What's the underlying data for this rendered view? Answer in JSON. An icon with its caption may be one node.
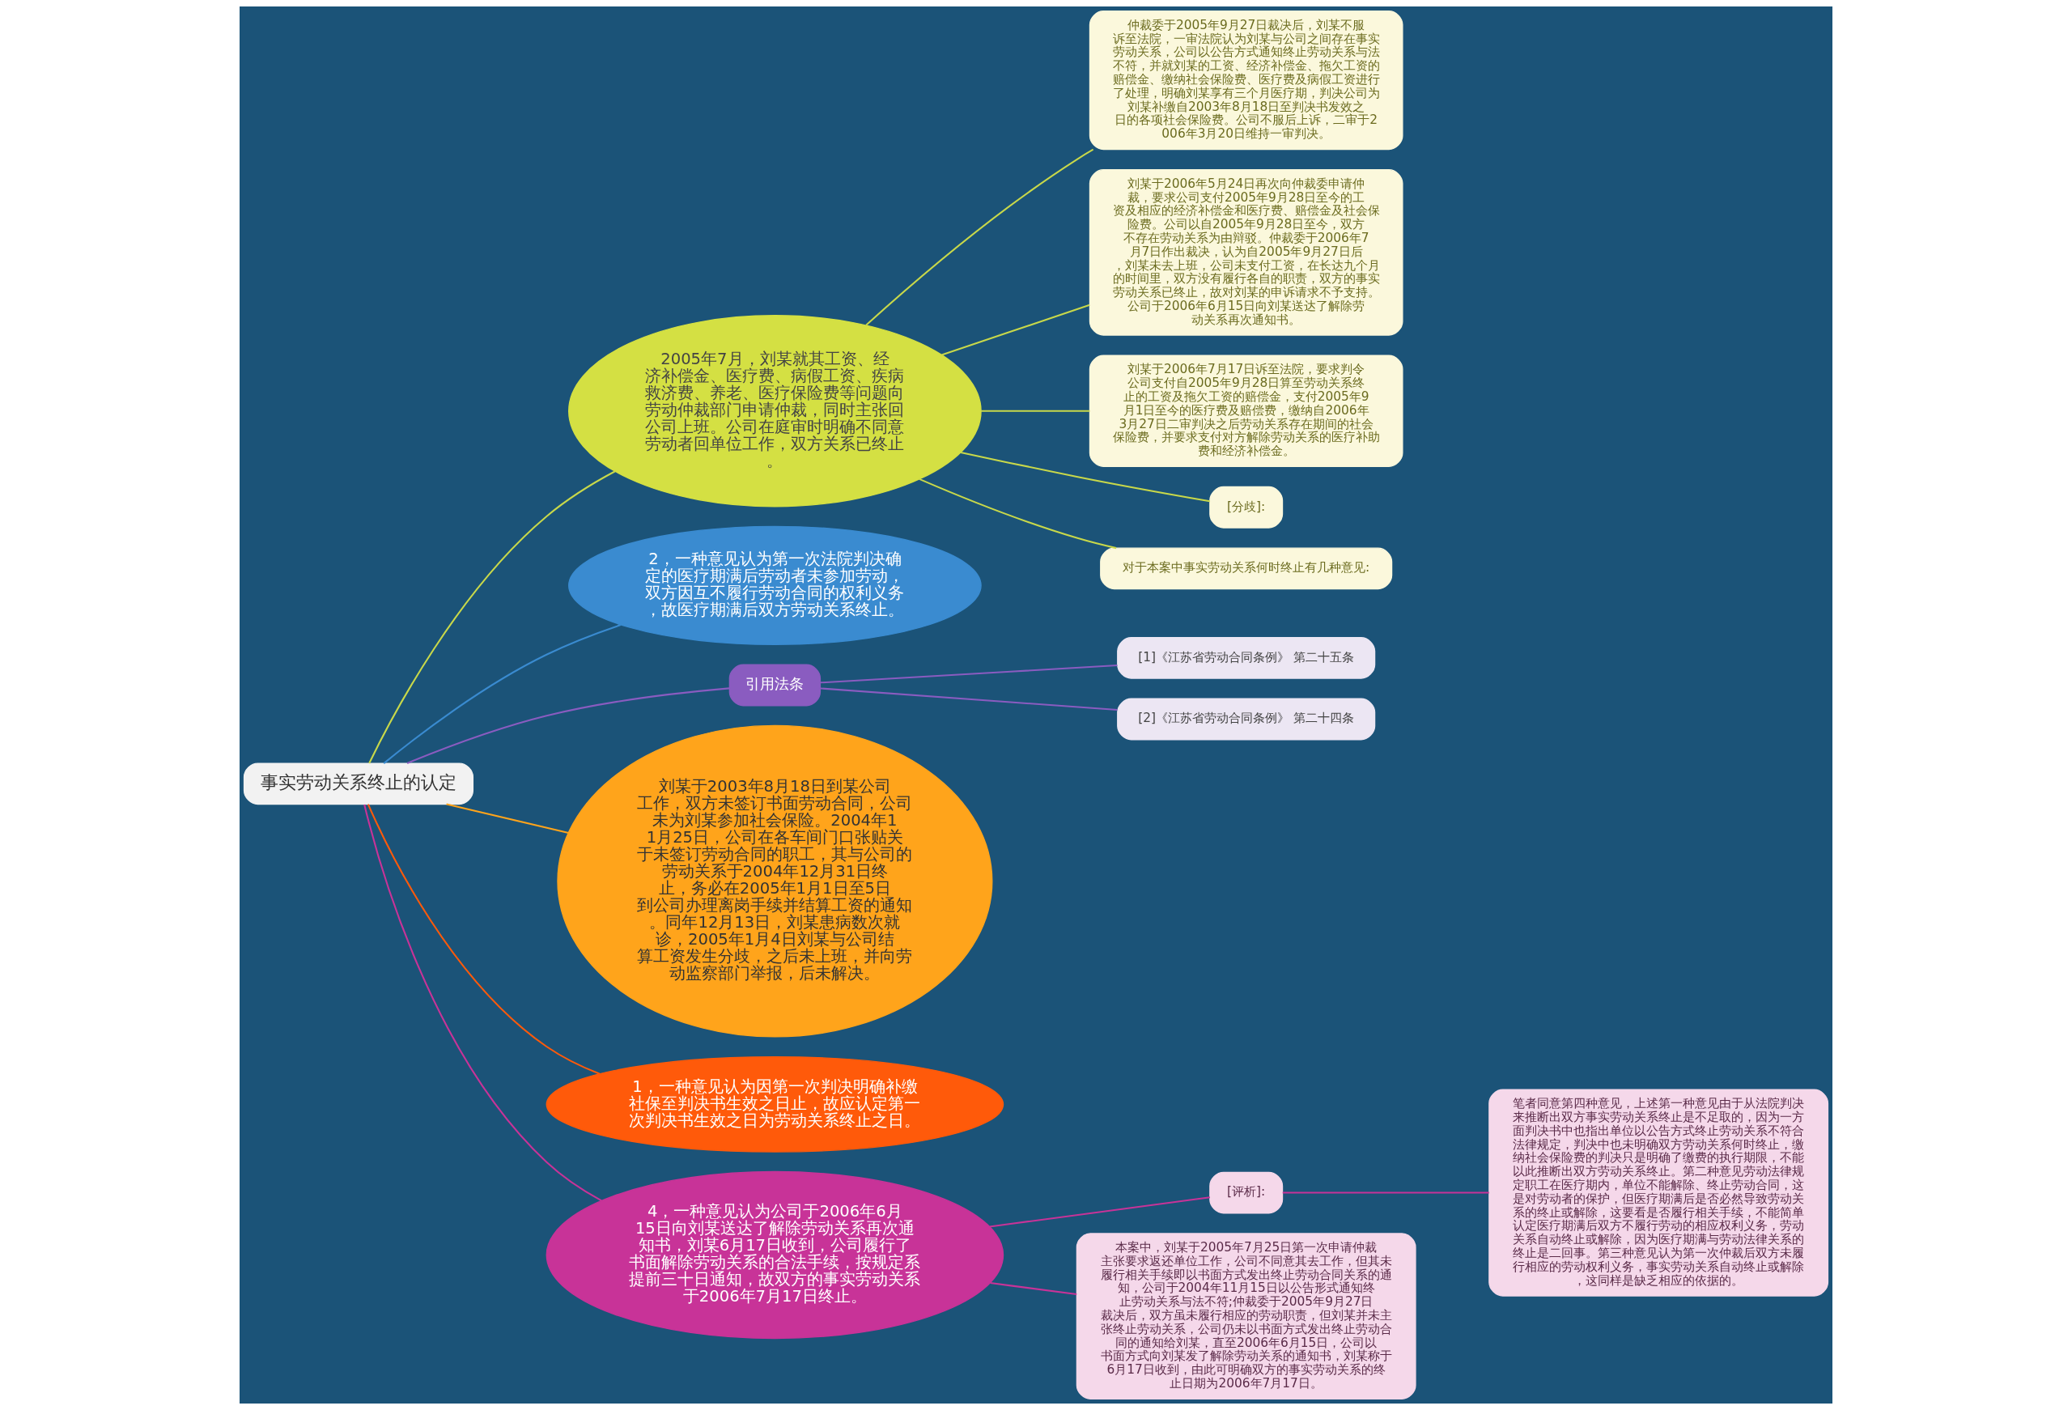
{
  "diagram": {
    "nodes": [
      {
        "text": [
          "事实劳动关系终止的认定"
        ]
      },
      {
        "text": [
          "2005年7月，刘某就其工资、经济补偿金、医疗费、病假工资、疾病救济费、养老、医疗保险费等问题向劳动仲裁部门申请仲裁，同时主张回公司上班。公司在庭审时明确不同意劳动者回单位工作，双方关系已终止。"
        ]
      },
      {
        "text": [
          "仲裁委于2005年9月27日裁决后，刘某不服诉至法院，一审法院认为刘某与公司之间存在事实劳动关系，公司以公告方式通知终止劳动关系与法不符，并就刘某的工资、经济补偿金、拖欠工资的赔偿金、缴纳社会保险费、医疗费及病假工资进行了处理，明确刘某享有三个月医疗期，判决公司为刘某补缴自2003年8月18日至判决书发效之日的各项社会保险费。公司不服后上诉，二审于2006年3月20日维持一审判决。"
        ]
      },
      {
        "text": [
          "刘某于2006年5月24日再次向仲裁委申请仲裁，要求公司支付2005年9月28日至今的工资及相应的经济补偿金和医疗费、赔偿金及社会保险费。公司以自2005年9月28日至今，双方不存在劳动关系为由辩驳。仲裁委于2006年7月7日作出裁决，认为自2005年9月27日后，刘某未去上班，公司未支付工资，在长达九个月的时间里，双方没有履行各自的职责，双方的事实劳动关系已终止，故对刘某的申诉请求不予支持。公司于2006年6月15日向刘某送达了解除劳动关系再次通知书。"
        ]
      },
      {
        "text": [
          "刘某于2006年7月17日诉至法院，要求判令公司支付自2005年9月28日算至劳动关系终止的工资及拖欠工资的赔偿金，支付2005年9月1日至今的医疗费及赔偿费，缴纳自2006年3月27日二审判决之后劳动关系存在期间的社会保险费，并要求支付对方解除劳动关系的医疗补助费和经济补偿金。"
        ]
      },
      {
        "text": [
          "[分歧]:"
        ]
      },
      {
        "text": [
          "对于本案中事实劳动关系何时终止有几种意见:"
        ]
      },
      {
        "text": [
          "2，一种意见认为第一次法院判决确定的医疗期满后劳动者未参加劳动，双方因互不履行劳动合同的权利义务，故医疗期满后双方劳动关系终止。"
        ]
      },
      {
        "text": [
          "引用法条"
        ]
      },
      {
        "text": [
          "[1]《江苏省劳动合同条例》 第二十五条"
        ]
      },
      {
        "text": [
          "[2]《江苏省劳动合同条例》 第二十四条"
        ]
      },
      {
        "text": [
          "刘某于2003年8月18日到某公司工作，双方未签订书面劳动合同，公司未为刘某参加社会保险。2004年11月25日，公司在各车间门口张贴关于未签订劳动合同的职工，其与公司的劳动关系于2004年12月31日终止，务必在2005年1月1日至5日到公司办理离岗手续并结算工资的通知。同年12月13日，刘某患病数次就诊，2005年1月4日刘某与公司结算工资发生分歧，之后未上班，并向劳动监察部门举报，后未解决。"
        ]
      },
      {
        "text": [
          "1，一种意见认为因第一次判决明确补缴社保至判决书生效之日止，故应认定第一次判决书生效之日为劳动关系终止之日。"
        ]
      },
      {
        "text": [
          "4，一种意见认为公司于2006年6月15日向刘某送达了解除劳动关系再次通知书，刘某6月17日收到，公司履行了书面解除劳动关系的合法手续，按规定系提前三十日通知，故双方的事实劳动关系于2006年7月17日终止。"
        ]
      },
      {
        "text": [
          "[评析]:"
        ]
      },
      {
        "text": [
          "笔者同意第四种意见，上述第一种意见由于从法院判决来推断出双方事实劳动关系终止是不足取的，因为一方面判决书中也指出单位以公告方式终止劳动关系不符合法律规定，判决中也未明确双方劳动关系何时终止，缴纳社会保险费的判决只是明确了缴费的执行期限，不能以此推断出双方劳动关系终止。第二种意见劳动法律规定职工在医疗期内，单位不能解除、终止劳动合同，这是对劳动者的保护，但医疗期满后是否必然导致劳动关系的终止或解除，这要看是否履行相关手续，不能简单认定医疗期满后双方不履行劳动的相应权利义务，劳动关系自动终止或解除，因为医疗期满与劳动法律关系的终止是二回事。第三种意见认为第一次仲裁后双方未履行相应的劳动权利义务，事实劳动关系自动终止或解除，这同样是缺乏相应的依据的。"
        ]
      },
      {
        "text": [
          "本案中，刘某于2005年7月25日第一次申请仲裁主张要求返还单位工作，公司不同意其去工作，但其未履行相关手续即以书面方式发出终止劳动合同关系的通知，公司于2004年11月15日以公告形式通知终止劳动关系与法不符;仲裁委于2005年9月27日裁决后，双方虽未履行相应的劳动职责，但刘某并未主张终止劳动关系，公司仍未以书面方式发出终止劳动合同的通知给刘某，直至2006年6月15日，公司以书面方式向刘某发了解除劳动关系的通知书，刘某称于6月17日收到，由此可明确双方的事实劳动关系的终止日期为2006年7月17日。"
        ]
      }
    ],
    "edges": [
      {
        "from": 0,
        "to": 1,
        "arrow": "none"
      },
      {
        "from": 1,
        "to": 2,
        "arrow": "none"
      },
      {
        "from": 1,
        "to": 3,
        "arrow": "none"
      },
      {
        "from": 1,
        "to": 4,
        "arrow": "none"
      },
      {
        "from": 1,
        "to": 5,
        "arrow": "none"
      },
      {
        "from": 1,
        "to": 6,
        "arrow": "none"
      },
      {
        "from": 0,
        "to": 7,
        "arrow": "none",
        "color": "#3a8bd0"
      },
      {
        "from": 0,
        "to": 8,
        "arrow": "none",
        "color": "#8a5cc0"
      },
      {
        "from": 8,
        "to": 9,
        "arrow": "none",
        "color": "#8a5cc0"
      },
      {
        "from": 8,
        "to": 10,
        "arrow": "none",
        "color": "#8a5cc0"
      },
      {
        "from": 0,
        "to": 11,
        "arrow": "none",
        "color": "#ffa41b"
      },
      {
        "from": 0,
        "to": 12,
        "arrow": "none",
        "color": "#ff5a0a"
      },
      {
        "from": 0,
        "to": 13,
        "arrow": "none",
        "color": "#c83398"
      },
      {
        "from": 13,
        "to": 14,
        "arrow": "none",
        "color": "#c83398"
      },
      {
        "from": 14,
        "to": 15,
        "arrow": "none",
        "color": "#c83398"
      },
      {
        "from": 13,
        "to": 16,
        "arrow": "none",
        "color": "#c83398"
      }
    ]
  }
}
